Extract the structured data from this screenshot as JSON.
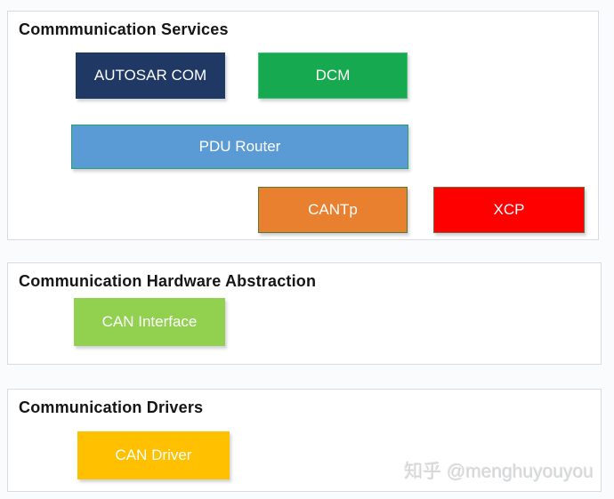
{
  "page": {
    "background": "#FAFBFD",
    "panel_border": "#D7DBE2",
    "watermark": "知乎 @menghuyouyou"
  },
  "sections": [
    {
      "title": "Commmunication Services",
      "blocks": [
        {
          "label": "AUTOSAR COM",
          "fill": "#1F3864",
          "border": "#1F3864"
        },
        {
          "label": "DCM",
          "fill": "#17A94F",
          "border": "#45BE76"
        },
        {
          "label": "PDU Router",
          "fill": "#5B9BD5",
          "border": "#2E9E6E"
        },
        {
          "label": "CANTp",
          "fill": "#E8802F",
          "border": "#4E7B35"
        },
        {
          "label": "XCP",
          "fill": "#FE0000",
          "border": "#6F6B3E"
        }
      ]
    },
    {
      "title": "Communication Hardware Abstraction",
      "blocks": [
        {
          "label": "CAN Interface",
          "fill": "#92D050",
          "border": "#92D050"
        }
      ]
    },
    {
      "title": "Communication Drivers",
      "blocks": [
        {
          "label": "CAN Driver",
          "fill": "#FFC000",
          "border": "#FFC000"
        }
      ]
    }
  ]
}
